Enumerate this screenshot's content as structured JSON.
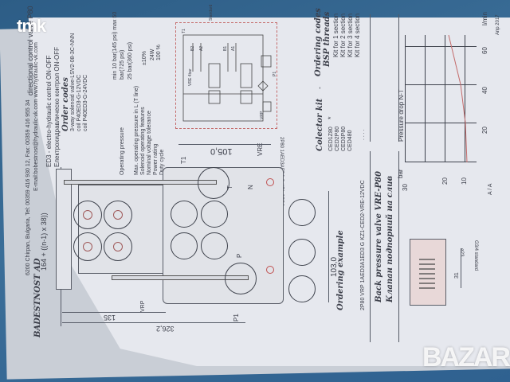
{
  "watermarks": {
    "top_left": "tmk",
    "bottom_right": "BAZAR"
  },
  "header": {
    "company": "BADESTNOST AD",
    "address": "6200 Chirpan, Bulgaria, Tel: 00359 416 930 12, Fax: 00359 416 955 34",
    "email": "E-mail:bobestnost@hydraulic-vk.com  www.hydraulic-vk.com",
    "title": "directional control valve P80"
  },
  "description": {
    "line1": "ED3 - electro-hydraulic control ON-OFF",
    "line2": "Електрохидравлическо контрол ON-OFF"
  },
  "order_codes": {
    "heading": "Order codes",
    "items": [
      "3-way solenoid valve-LSV2-08-3C-NNN",
      "coil P40ED3-G-12VDC",
      "coil P40ED3-G-24VDC"
    ]
  },
  "specs": [
    {
      "label": "Operating pressure",
      "value": "min 10 bar(145 psi) max 50 bar(725 psi)"
    },
    {
      "label": "Max. operating pressure in L (T line)",
      "value": "25 bar(360 psi)"
    },
    {
      "label": "Solenoid operating features",
      "value": ""
    },
    {
      "label": "Nominal voltage tolerance",
      "value": "±10%"
    },
    {
      "label": "Power rating",
      "value": "24W"
    },
    {
      "label": "Duty cycle",
      "value": "100 %"
    }
  ],
  "schematic": {
    "top_label": "Standard",
    "caption": "2P80 1AED3AED3 G KZ1 CPD2",
    "ports": [
      "T1",
      "B2",
      "A2",
      "B1",
      "A1",
      "P1",
      "VRE",
      "VRP",
      "L",
      "N"
    ],
    "valve_label": "VRE 4bar"
  },
  "drawing": {
    "dim_total": "164 + ((n-1) x 38))",
    "dim_135": "135",
    "dim_326": "326,2",
    "dim_105": "105,0",
    "dim_103": "103,0",
    "labels": {
      "t1": "T1",
      "p1": "P1",
      "vre": "VRE",
      "vrp": "VRP",
      "t": "T",
      "n": "N",
      "p": "P"
    }
  },
  "ordering_example": {
    "heading": "Ordering example",
    "code": "2P80 VRP 1AED3A1ED3 G KZ1-CED2-VRE-12VDC"
  },
  "back_pressure": {
    "heading_en": "Back pressure valve VRE-P80",
    "heading_bg": "Клапан подпорний на слив",
    "dims": {
      "thread": "G3/4 standard",
      "dia": "ø23",
      "len": "31"
    }
  },
  "collector_kit": {
    "heading": "Colector kit",
    "dash": "-",
    "star": "*",
    "codes": [
      "CED1Z80",
      "CED2P80",
      "CED3P80",
      "CED480"
    ],
    "dots": ". . . ."
  },
  "ordering_codes": {
    "heading": "Ordering codes",
    "subheading": "BSP threads",
    "items": [
      "Kit for 1 section",
      "Kit for 2 section",
      "Kit for 3 section",
      "Kit for 4 section"
    ]
  },
  "section_label": "A / A",
  "footer": {
    "date": "Апр 2017"
  },
  "chart_data": {
    "type": "line",
    "title": "Pressure drop N-T",
    "xlabel": "l/min",
    "ylabel": "bar",
    "x_ticks": [
      20,
      40,
      60
    ],
    "y_ticks": [
      10,
      20,
      30
    ],
    "xlim": [
      0,
      65
    ],
    "ylim": [
      8,
      32
    ],
    "grid": true,
    "series": [
      {
        "name": "N-T",
        "color": "#c36a6a",
        "x": [
          0,
          20,
          40,
          63
        ],
        "y": [
          10,
          11,
          12.5,
          18
        ]
      }
    ]
  }
}
